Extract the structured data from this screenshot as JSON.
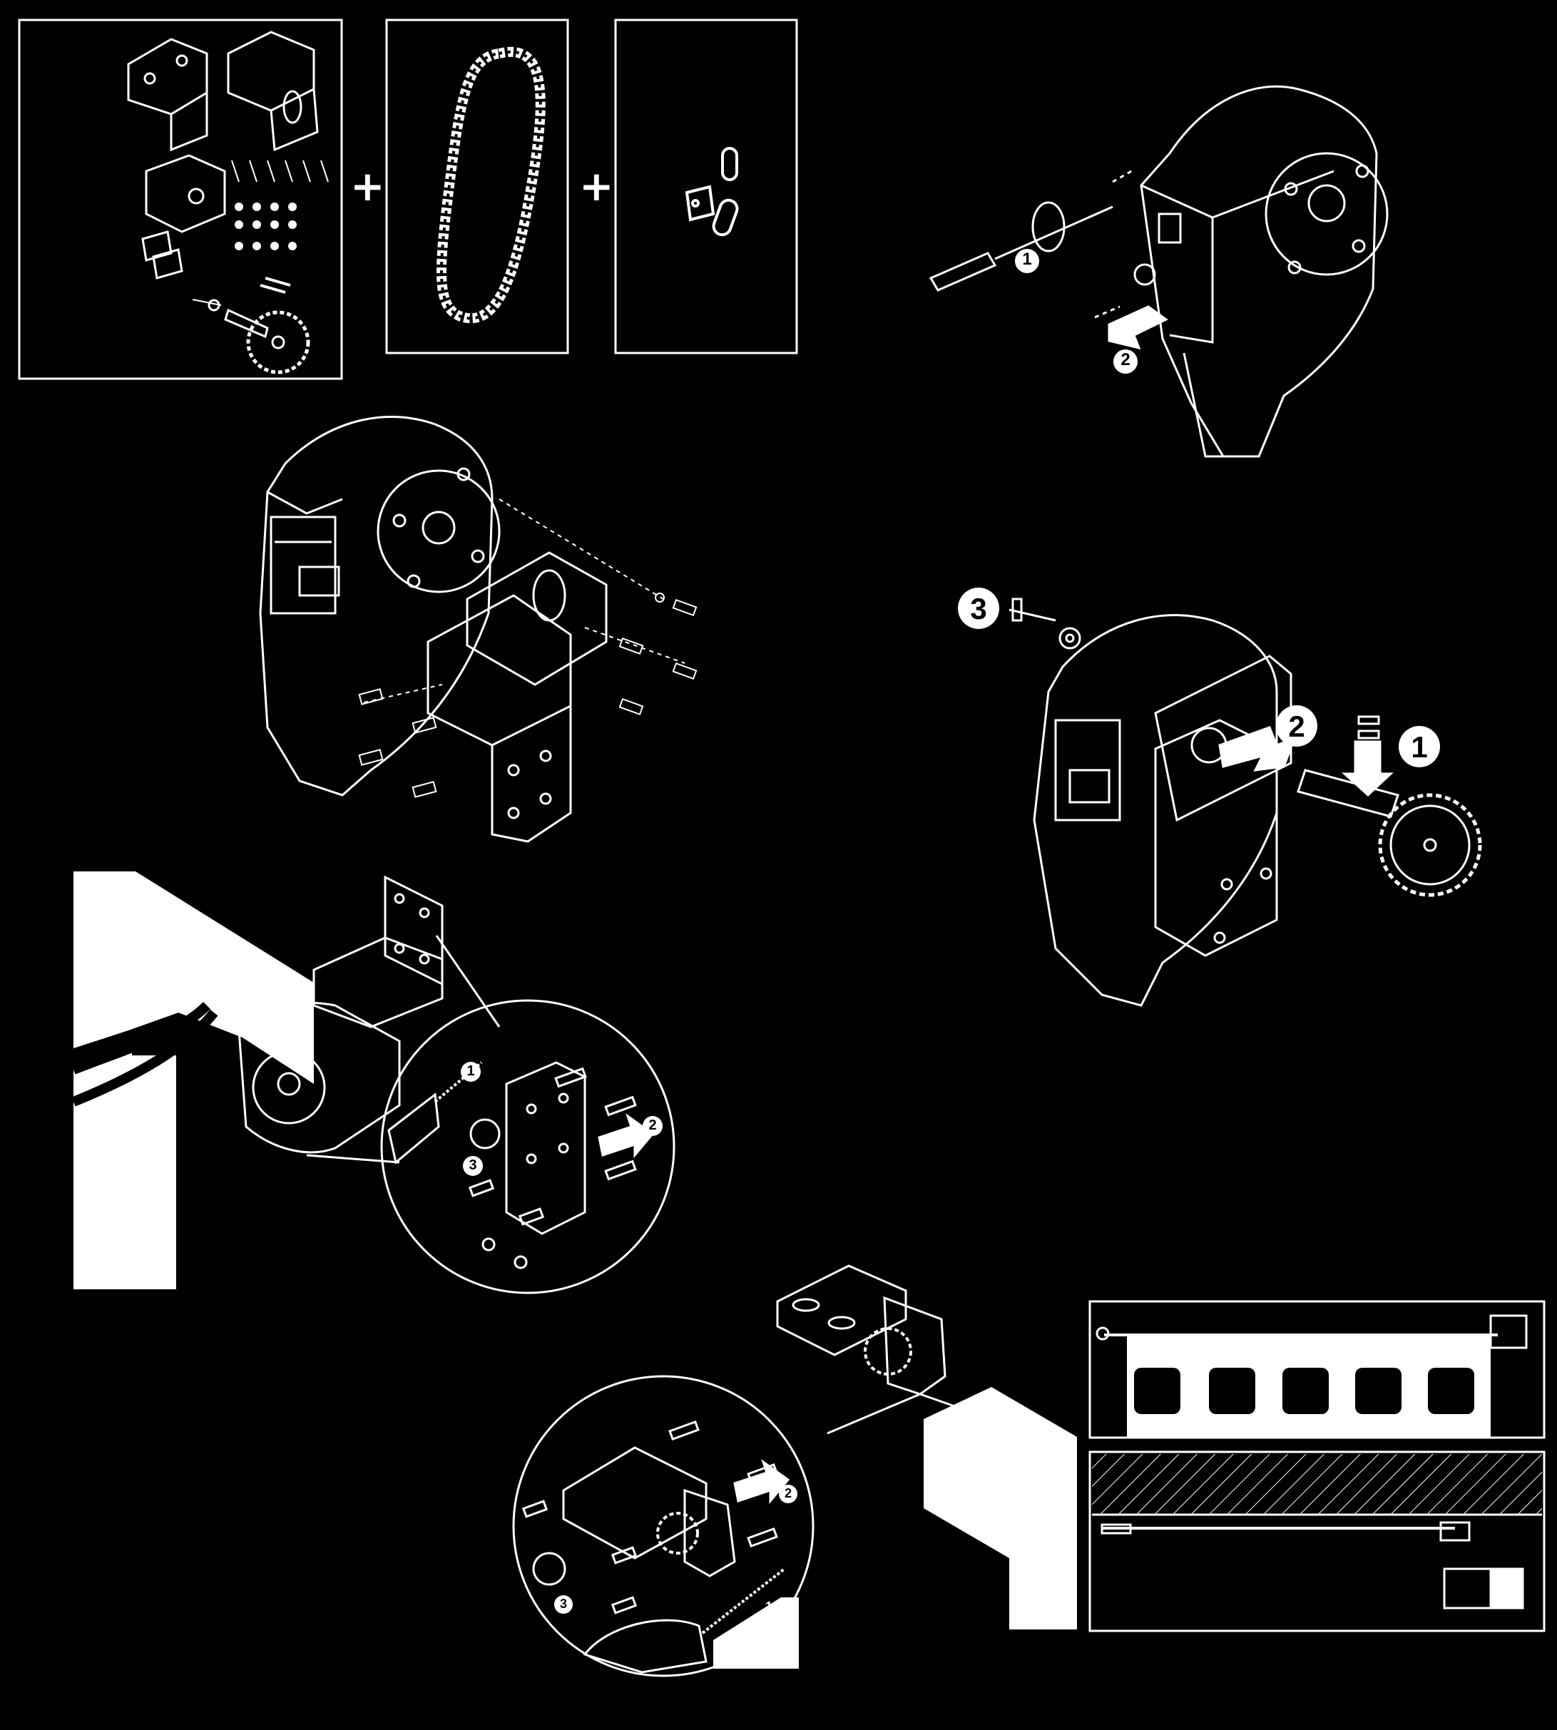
{
  "kit": {
    "plus_1": "+",
    "plus_2": "+"
  },
  "step_top_right": {
    "badge_1": "1",
    "badge_2": "2"
  },
  "step_mid_right": {
    "badge_1": "1",
    "badge_2": "2",
    "badge_3": "3"
  },
  "step_wall": {
    "badge_1": "1",
    "badge_2": "2",
    "badge_3": "3"
  },
  "step_ceiling": {
    "label_1": "1",
    "badge_2": "2",
    "badge_3": "3"
  },
  "colors": {
    "background": "#000000",
    "line": "#ffffff"
  },
  "icons": [
    "screwdriver-icon",
    "drill-icon",
    "rotate-arrow-icon",
    "push-arrow-icon"
  ]
}
